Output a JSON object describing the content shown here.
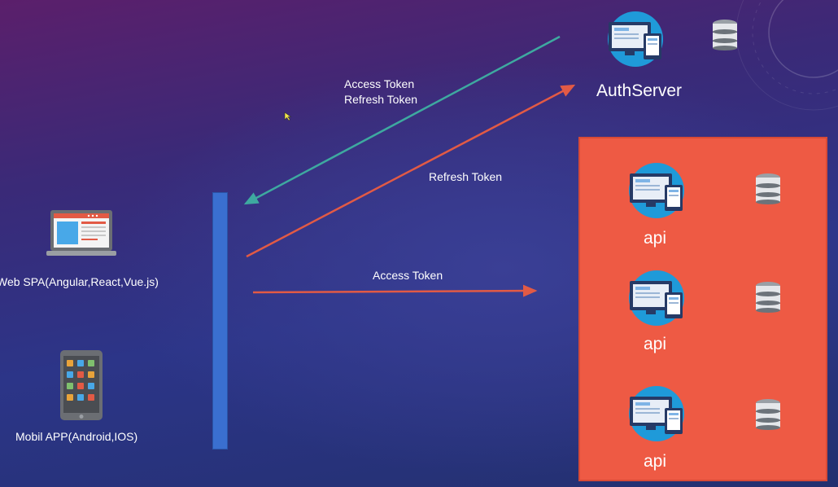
{
  "diagram": {
    "auth_server": {
      "label": "AuthServer"
    },
    "clients": {
      "web_spa": {
        "label": "Web SPA(Angular,React,Vue.js)"
      },
      "mobile_app": {
        "label": "Mobil APP(Android,IOS)"
      }
    },
    "arrows": {
      "auth_to_client": {
        "label_line1": "Access Token",
        "label_line2": "Refresh Token",
        "color": "#3ea9a0"
      },
      "client_to_auth": {
        "label": "Refresh Token",
        "color": "#e25a45"
      },
      "client_to_api": {
        "label": "Access Token",
        "color": "#e25a45"
      }
    },
    "api_group": {
      "color": "#ee5a44",
      "apis": [
        {
          "label": "api"
        },
        {
          "label": "api"
        },
        {
          "label": "api"
        }
      ]
    },
    "icons": {
      "server": "server-monitor-icon",
      "database": "database-icon",
      "laptop": "laptop-icon",
      "phone": "smartphone-icon",
      "cursor": "mouse-cursor-icon"
    }
  }
}
